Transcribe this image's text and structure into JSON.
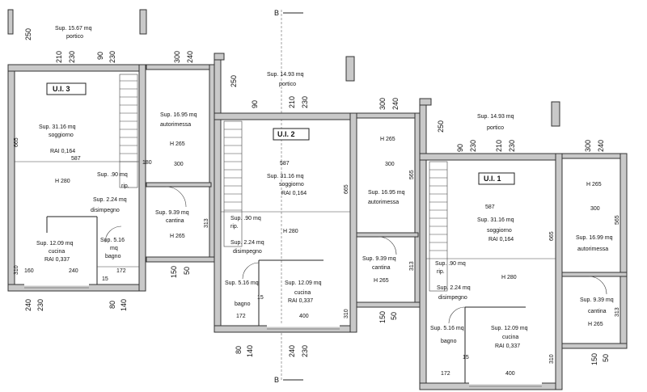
{
  "section": {
    "marker": "B"
  },
  "units": [
    {
      "id": "u1",
      "label": "U.I. 3",
      "rooms": [
        {
          "key": "portico",
          "sup": "Sup. 15.67 mq",
          "name": "portico"
        },
        {
          "key": "soggiorno",
          "sup": "Sup. 31.16 mq",
          "name": "soggiorno",
          "rai": "RAI 0,164"
        },
        {
          "key": "h280",
          "h": "H 280"
        },
        {
          "key": "rip",
          "sup": "Sup. .90 mq",
          "name": "rip."
        },
        {
          "key": "disimpegno",
          "sup": "Sup. 2.24 mq",
          "name": "disimpegno"
        },
        {
          "key": "cucina",
          "sup": "Sup. 12.09 mq",
          "name": "cucina",
          "rai": "RAI 0,337"
        },
        {
          "key": "bagno",
          "sup": "Sup. 5.16",
          "name": "mq",
          "extra": "bagno"
        },
        {
          "key": "autorimessa",
          "sup": "Sup. 16.95 mq",
          "name": "autorimessa",
          "h": "H 265"
        },
        {
          "key": "cantina",
          "sup": "Sup. 9.39 mq",
          "name": "cantina",
          "h": "H 265"
        }
      ],
      "dims": [
        "250",
        "210",
        "230",
        "90",
        "230",
        "300",
        "240",
        "665",
        "587",
        "300",
        "313",
        "310",
        "160",
        "240",
        "172",
        "15",
        "240",
        "230",
        "80",
        "140",
        "150",
        "50",
        "180"
      ]
    },
    {
      "id": "u2",
      "label": "U.I. 2",
      "rooms": [
        {
          "key": "portico",
          "sup": "Sup. 14.93 mq",
          "name": "portico"
        },
        {
          "key": "soggiorno",
          "sup": "Sup. 31.16 mq",
          "name": "soggiorno",
          "rai": "RAI 0,164"
        },
        {
          "key": "h280",
          "h": "H 280"
        },
        {
          "key": "rip",
          "sup": "Sup. .90 mq",
          "name": "rip."
        },
        {
          "key": "disimpegno",
          "sup": "Sup. 2.24 mq",
          "name": "disimpegno"
        },
        {
          "key": "cucina",
          "sup": "Sup. 12.09 mq",
          "name": "cucina",
          "rai": "RAI 0,337"
        },
        {
          "key": "bagno",
          "sup": "Sup. 5.16 mq",
          "name": "bagno"
        },
        {
          "key": "autorimessa",
          "sup": "Sup. 16.95 mq",
          "name": "autorimessa",
          "h": "H 265"
        },
        {
          "key": "cantina",
          "sup": "Sup. 9.39 mq",
          "name": "cantina",
          "h": "H 265"
        }
      ],
      "dims": [
        "250",
        "90",
        "210",
        "230",
        "300",
        "240",
        "587",
        "665",
        "300",
        "565",
        "313",
        "172",
        "400",
        "15",
        "310",
        "80",
        "140",
        "240",
        "230",
        "150",
        "50"
      ]
    },
    {
      "id": "u3",
      "label": "U.I. 1",
      "rooms": [
        {
          "key": "portico",
          "sup": "Sup. 14.93 mq",
          "name": "portico"
        },
        {
          "key": "soggiorno",
          "sup": "Sup. 31.16 mq",
          "name": "soggiorno",
          "rai": "RAI 0,164"
        },
        {
          "key": "h280",
          "h": "H 280"
        },
        {
          "key": "rip",
          "sup": "Sup. .90 mq",
          "name": "rip."
        },
        {
          "key": "disimpegno",
          "sup": "Sup. 2.24 mq",
          "name": "disimpegno"
        },
        {
          "key": "cucina",
          "sup": "Sup. 12.09 mq",
          "name": "cucina",
          "rai": "RAI 0,337"
        },
        {
          "key": "bagno",
          "sup": "Sup. 5.16 mq",
          "name": "bagno"
        },
        {
          "key": "autorimessa",
          "sup": "Sup. 16.99 mq",
          "name": "autorimessa",
          "h": "H 265"
        },
        {
          "key": "cantina",
          "sup": "Sup. 9.39 mq",
          "name": "cantina",
          "h": "H 265"
        }
      ],
      "dims": [
        "250",
        "90",
        "230",
        "210",
        "230",
        "300",
        "240",
        "587",
        "665",
        "300",
        "565",
        "313",
        "172",
        "400",
        "15",
        "310",
        "150",
        "50"
      ]
    }
  ]
}
